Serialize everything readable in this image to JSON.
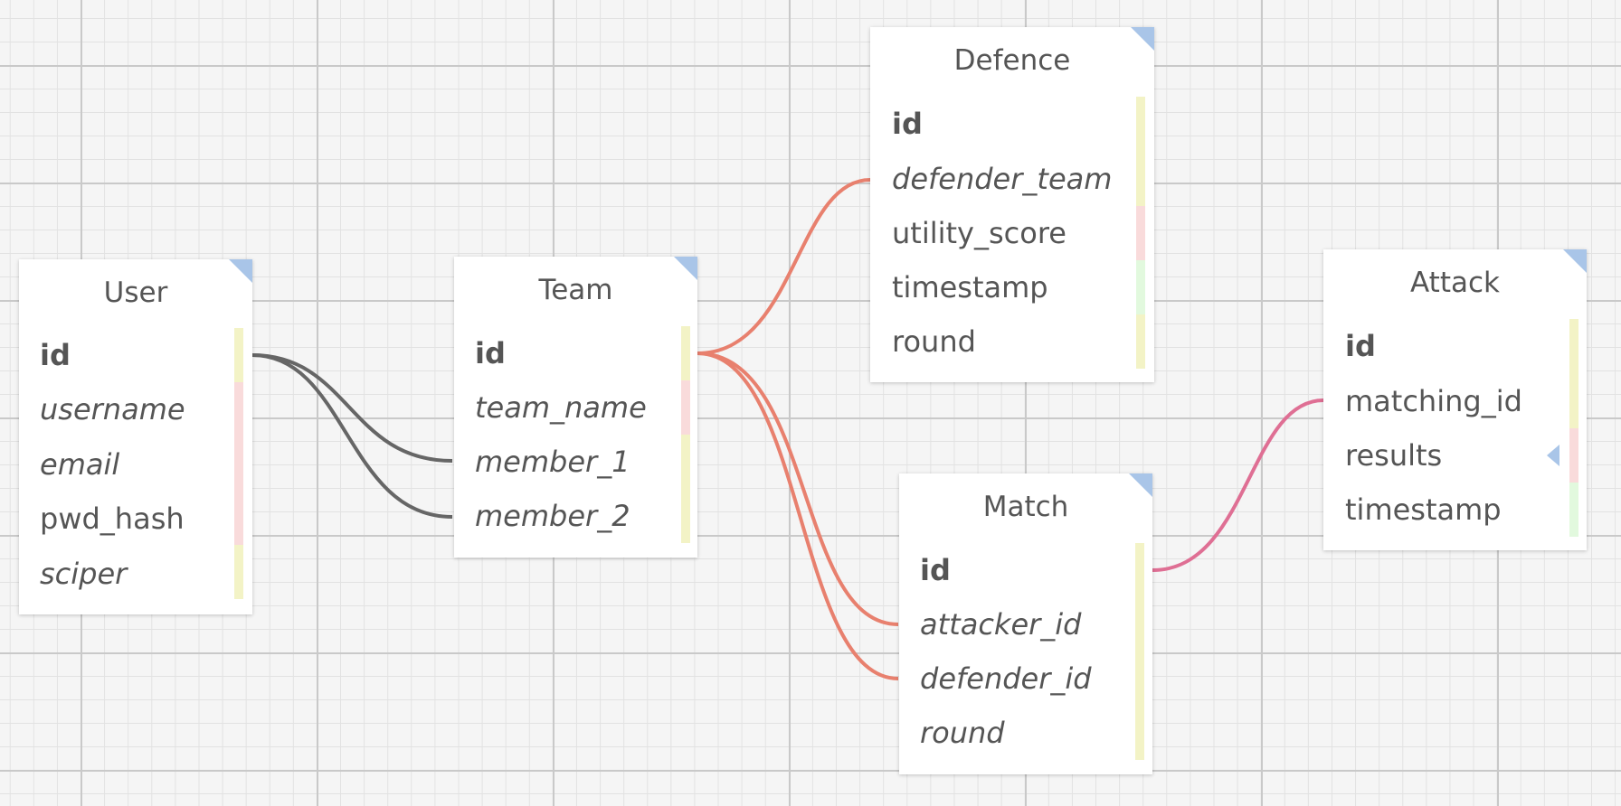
{
  "tables": {
    "user": {
      "title": "User",
      "fields": [
        "id",
        "username",
        "email",
        "pwd_hash",
        "sciper"
      ]
    },
    "team": {
      "title": "Team",
      "fields": [
        "id",
        "team_name",
        "member_1",
        "member_2"
      ]
    },
    "defence": {
      "title": "Defence",
      "fields": [
        "id",
        "defender_team",
        "utility_score",
        "timestamp",
        "round"
      ]
    },
    "match": {
      "title": "Match",
      "fields": [
        "id",
        "attacker_id",
        "defender_id",
        "round"
      ]
    },
    "attack": {
      "title": "Attack",
      "fields": [
        "id",
        "matching_id",
        "results",
        "timestamp"
      ]
    }
  },
  "relationships": [
    {
      "from": "User.id",
      "to": "Team.member_1",
      "color": "#666666"
    },
    {
      "from": "User.id",
      "to": "Team.member_2",
      "color": "#666666"
    },
    {
      "from": "Team.id",
      "to": "Defence.defender_team",
      "color": "#e8806e"
    },
    {
      "from": "Team.id",
      "to": "Match.attacker_id",
      "color": "#e8806e"
    },
    {
      "from": "Team.id",
      "to": "Match.defender_id",
      "color": "#e8806e"
    },
    {
      "from": "Match.id",
      "to": "Attack.matching_id",
      "color": "#df6f94"
    }
  ],
  "colors": {
    "grid_major": "#c9c9c9",
    "grid_minor": "#e2e2e2",
    "background": "#f5f5f5",
    "corner_marker": "#a9c5e8",
    "bar_yellow": "#f3f3c6",
    "bar_red": "#f9dbdb",
    "bar_green": "#e2f9de"
  }
}
